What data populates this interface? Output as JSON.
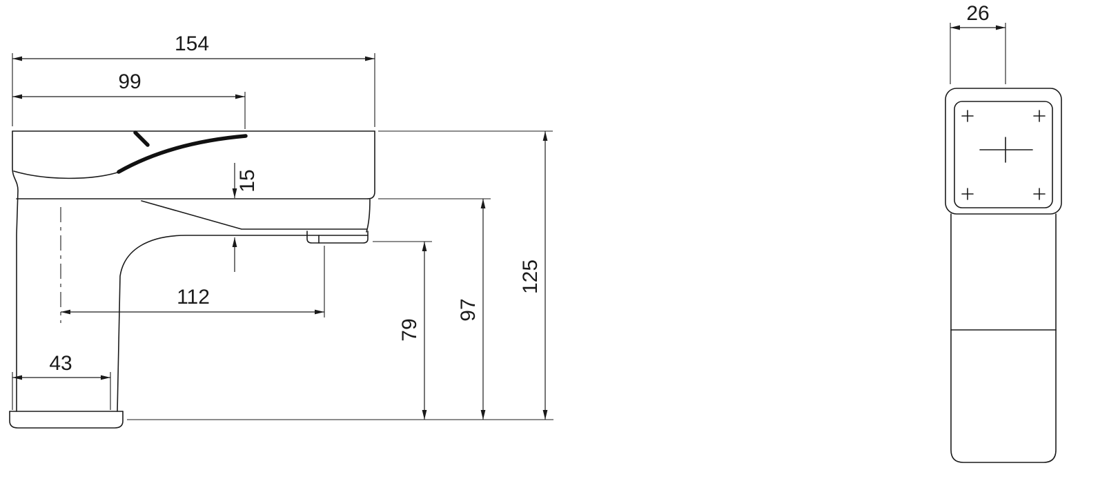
{
  "drawing": {
    "line_color": "#1a1a1a",
    "background_color": "#ffffff",
    "side_view": {
      "dim_total_length": "154",
      "dim_handle_reach": "99",
      "dim_spout_thickness": "15",
      "dim_spout_reach_from_center": "112",
      "dim_body_width": "43",
      "dim_aerator_height": "79",
      "dim_spout_height": "97",
      "dim_total_height": "125"
    },
    "front_view": {
      "dim_handle_width": "26"
    }
  }
}
